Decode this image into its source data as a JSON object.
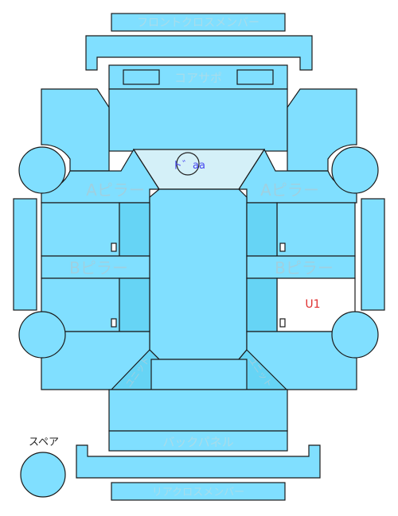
{
  "labels": {
    "front_cross_member": "フロントクロスメンバー",
    "core_support": "コアサポ",
    "a_pillar_left": "Aピラー",
    "a_pillar_right": "Aピラー",
    "b_pillar_left": "Bピラー",
    "b_pillar_right": "Bピラー",
    "roof_marker": "ト゛aa",
    "unit_marker": "U1",
    "back_panel": "バックパネル",
    "rear_cross_member": "リアクロスメンバー",
    "spare": "スペア",
    "left_unit_small": "ユニット",
    "right_unit_small": "ユニット"
  },
  "colors": {
    "panel_fill": "#80dfff",
    "panel_stroke": "#1a1a1a",
    "inner_panel_fill": "#66d4f5",
    "windshield_fill": "#d4f0f8",
    "label_color": "#9fd0e0",
    "marker_blue": "#4a4af0",
    "marker_red": "#e03030"
  }
}
